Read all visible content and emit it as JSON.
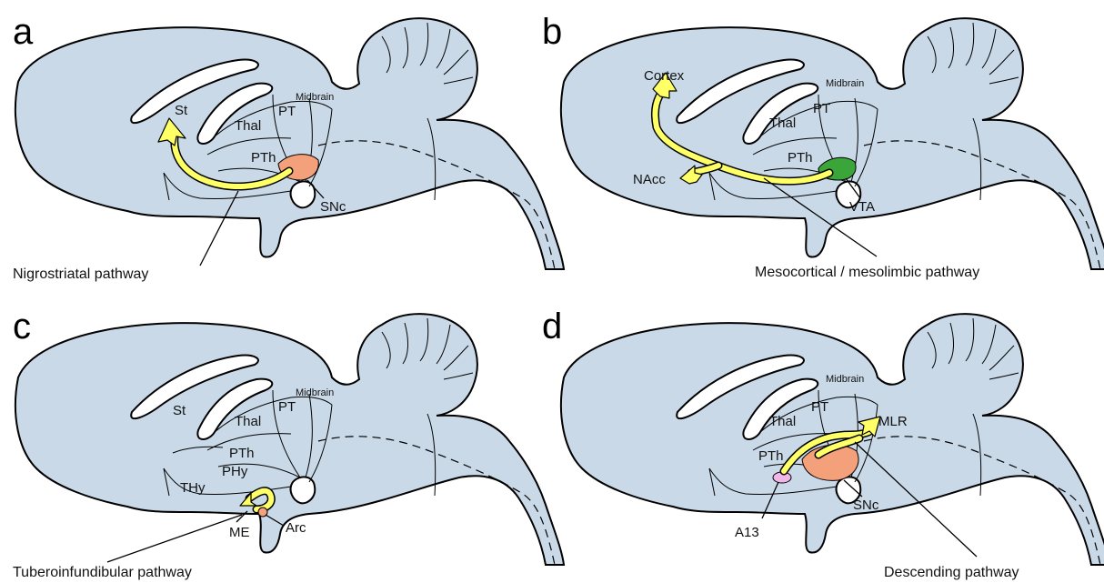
{
  "colors": {
    "brain_fill": "#c9d9e8",
    "pathway": "#ffff66",
    "snc": "#f4a07a",
    "vta": "#3aa63a",
    "a13": "#f2b6e6",
    "arc": "#f4a07a"
  },
  "panels": [
    {
      "letter": "a",
      "labels": {
        "st": "St",
        "thal": "Thal",
        "pt": "PT",
        "midbrain": "Midbrain",
        "pth": "PTh",
        "snc": "SNc"
      },
      "caption": "Nigrostriatal pathway"
    },
    {
      "letter": "b",
      "labels": {
        "cortex": "Cortex",
        "thal": "Thal",
        "pt": "PT",
        "midbrain": "Midbrain",
        "pth": "PTh",
        "nacc": "NAcc",
        "vta": "VTA"
      },
      "caption": "Mesocortical / mesolimbic pathway"
    },
    {
      "letter": "c",
      "labels": {
        "st": "St",
        "thal": "Thal",
        "pt": "PT",
        "midbrain": "Midbrain",
        "pth": "PTh",
        "phy": "PHy",
        "thy": "THy",
        "me": "ME",
        "arc": "Arc"
      },
      "caption": "Tuberoinfundibular pathway"
    },
    {
      "letter": "d",
      "labels": {
        "thal": "Thal",
        "pt": "PT",
        "midbrain": "Midbrain",
        "pth": "PTh",
        "mlr": "MLR",
        "snc": "SNc",
        "a13": "A13"
      },
      "caption": "Descending pathway"
    }
  ]
}
